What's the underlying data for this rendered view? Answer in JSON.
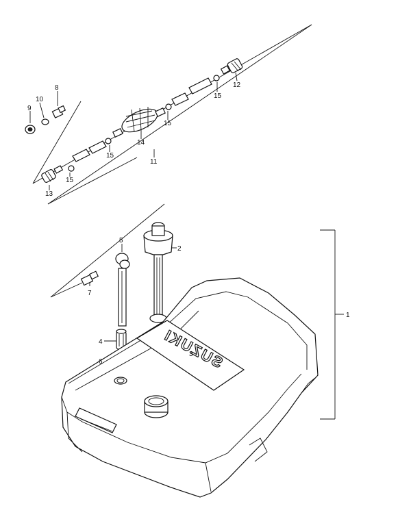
{
  "brand_text": "SUZUKI",
  "callouts": [
    {
      "id": "c1",
      "text": "1"
    },
    {
      "id": "c2",
      "text": "2"
    },
    {
      "id": "c3",
      "text": "3"
    },
    {
      "id": "c4",
      "text": "4"
    },
    {
      "id": "c5",
      "text": "5"
    },
    {
      "id": "c6",
      "text": "6"
    },
    {
      "id": "c7",
      "text": "7"
    },
    {
      "id": "c8",
      "text": "8"
    },
    {
      "id": "c9",
      "text": "9"
    },
    {
      "id": "c10",
      "text": "10"
    },
    {
      "id": "c11",
      "text": "11"
    },
    {
      "id": "c12",
      "text": "12"
    },
    {
      "id": "c13",
      "text": "13"
    },
    {
      "id": "c14",
      "text": "14"
    },
    {
      "id": "c15a",
      "text": "15"
    },
    {
      "id": "c15b",
      "text": "15"
    },
    {
      "id": "c15c",
      "text": "15"
    },
    {
      "id": "c15d",
      "text": "15"
    }
  ]
}
